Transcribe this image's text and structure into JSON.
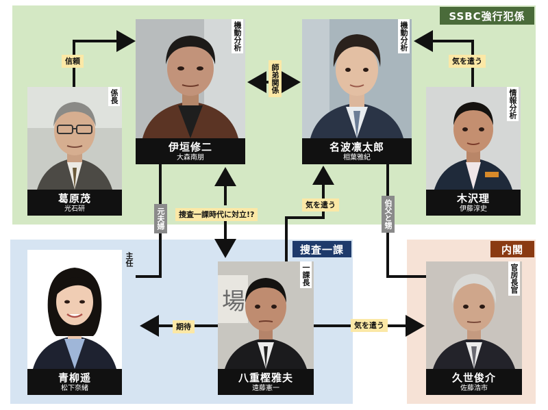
{
  "regions": {
    "ssbc": {
      "label": "SSBC強行犯係",
      "bg": "#d4e8c4",
      "tag_bg": "#4a6b3a"
    },
    "sosa": {
      "label": "捜査一課",
      "bg": "#d6e4f2",
      "tag_bg": "#1e3a6b"
    },
    "naikaku": {
      "label": "内閣",
      "bg": "#f6e2d6",
      "tag_bg": "#8a3a12"
    }
  },
  "people": {
    "kuzuhara": {
      "name": "葛原茂",
      "actor": "光石研",
      "role": "係長"
    },
    "igaki": {
      "name": "伊垣修二",
      "actor": "大森南朋",
      "role": "機動分析"
    },
    "nanami": {
      "name": "名波凛太郎",
      "actor": "相葉雅紀",
      "role": "機動分析"
    },
    "kizawa": {
      "name": "木沢理",
      "actor": "伊藤淳史",
      "role": "情報分析"
    },
    "aoyagi": {
      "name": "青柳遥",
      "actor": "松下奈緒",
      "role": "主任"
    },
    "yaegashi": {
      "name": "八重樫雅夫",
      "actor": "遠藤憲一",
      "role": "一課長"
    },
    "kuze": {
      "name": "久世俊介",
      "actor": "佐藤浩市",
      "role": "官房長官"
    }
  },
  "relations": {
    "shinrai": "信頼",
    "kiwotsukau_top": "気を遣う",
    "shitei": "師弟関係",
    "taiaitsu": "捜査一課時代に対立!?",
    "motofufu": "元夫婦",
    "kiwotsukau_mid": "気を遣う",
    "oji_oi": "伯父と甥",
    "kitai": "期待",
    "kiwotsukau_bottom": "気を遣う"
  },
  "colors": {
    "line": "#111111",
    "pill": "#fbe8a6"
  }
}
